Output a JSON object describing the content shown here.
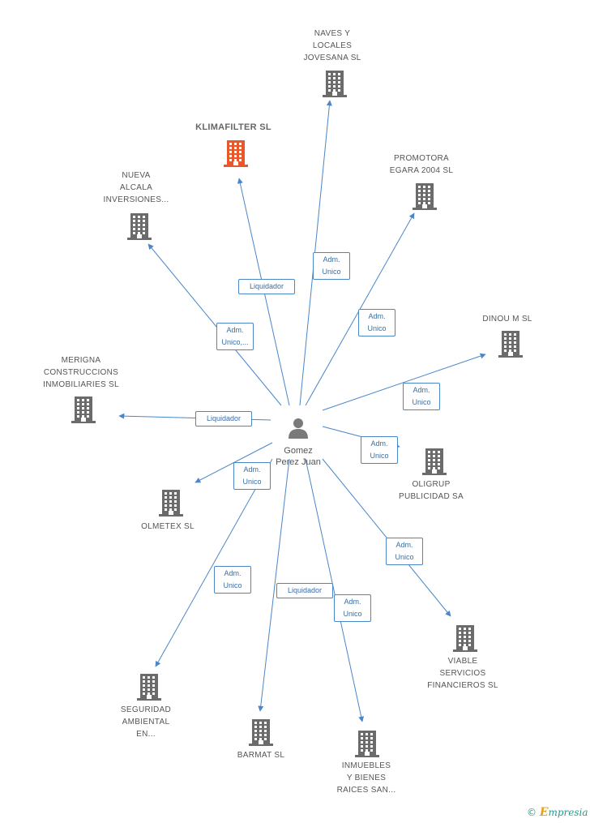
{
  "colors": {
    "edge": "#4a86c8",
    "building": "#6b6b6b",
    "building_main": "#e8582a",
    "person": "#7a7a7a"
  },
  "person": {
    "name": "Gomez\nPerez Juan",
    "icon": "person-icon"
  },
  "nodes": [
    {
      "id": "naves",
      "label": "NAVES Y\nLOCALES\nJOVESANA SL"
    },
    {
      "id": "klimafilter",
      "label": "KLIMAFILTER SL",
      "main": true
    },
    {
      "id": "promotora",
      "label": "PROMOTORA\nEGARA 2004 SL"
    },
    {
      "id": "nueva",
      "label": "NUEVA\nALCALA\nINVERSIONES..."
    },
    {
      "id": "dinou",
      "label": "DINOU M SL"
    },
    {
      "id": "merigna",
      "label": "MERIGNA\nCONSTRUCCIONS\nINMOBILIARIES SL"
    },
    {
      "id": "oligrup",
      "label": "OLIGRUP\nPUBLICIDAD SA"
    },
    {
      "id": "olmetex",
      "label": "OLMETEX SL"
    },
    {
      "id": "viable",
      "label": "VIABLE\nSERVICIOS\nFINANCIEROS SL"
    },
    {
      "id": "seguridad",
      "label": "SEGURIDAD\nAMBIENTAL\nEN..."
    },
    {
      "id": "barmat",
      "label": "BARMAT SL"
    },
    {
      "id": "inmuebles",
      "label": "INMUEBLES\nY BIENES\nRAICES SAN..."
    }
  ],
  "edges": [
    {
      "to": "naves",
      "label": "Adm.\nUnico"
    },
    {
      "to": "klimafilter",
      "label": "Liquidador"
    },
    {
      "to": "promotora",
      "label": "Adm.\nUnico"
    },
    {
      "to": "nueva",
      "label": "Adm.\nUnico,..."
    },
    {
      "to": "dinou",
      "label": "Adm.\nUnico"
    },
    {
      "to": "merigna",
      "label": "Liquidador"
    },
    {
      "to": "oligrup",
      "label": "Adm.\nUnico"
    },
    {
      "to": "olmetex",
      "label": "Adm.\nUnico"
    },
    {
      "to": "viable",
      "label": "Adm.\nUnico"
    },
    {
      "to": "seguridad",
      "label": "Adm.\nUnico"
    },
    {
      "to": "barmat",
      "label": "Liquidador"
    },
    {
      "to": "inmuebles",
      "label": "Adm.\nUnico"
    }
  ],
  "footer": {
    "copyright": "©",
    "brand_initial": "E",
    "brand_rest": "mpresia"
  }
}
